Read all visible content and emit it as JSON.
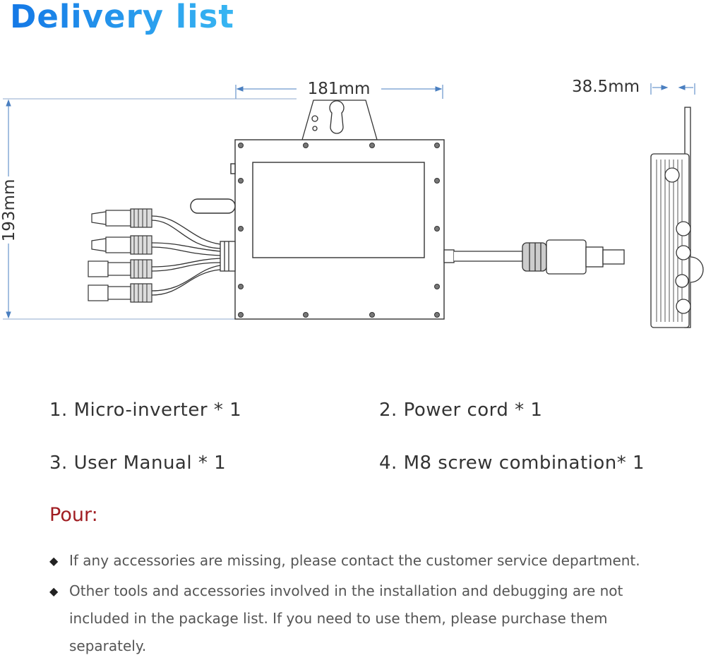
{
  "title": "Delivery list",
  "dimensions": {
    "width": "181mm",
    "height": "193mm",
    "depth": "38.5mm"
  },
  "items": [
    "1. Micro-inverter * 1",
    "2. Power cord * 1",
    "3. User Manual * 1",
    "4. M8 screw combination* 1"
  ],
  "note_heading": "Pour:",
  "notes": [
    "If any accessories are missing, please contact the customer service department.",
    "Other tools and accessories involved in the installation and debugging are not included in the package list. If you need to use them, please purchase them separately."
  ],
  "colors": {
    "title": "#1a8ae6",
    "note_heading": "#a01d22",
    "dimension_line": "#4a7fc0"
  }
}
